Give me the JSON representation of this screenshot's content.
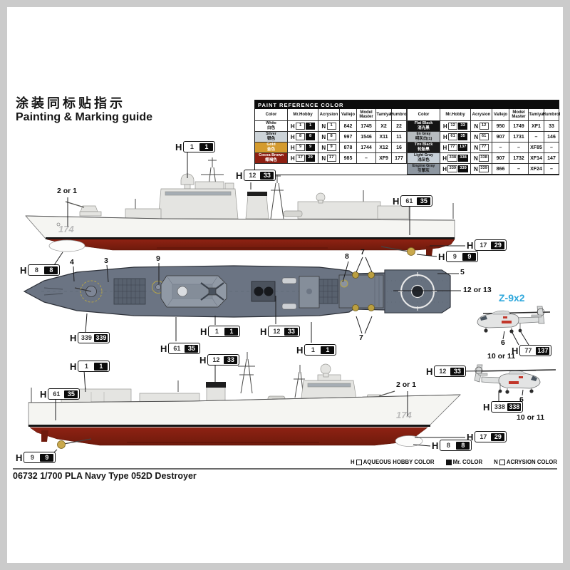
{
  "title": {
    "zh": "涂装同标贴指示",
    "en": "Painting & Marking guide"
  },
  "chips": {
    "h": "H",
    "n": "N"
  },
  "paint_table": {
    "header": "PAINT  REFERENCE  COLOR",
    "columns": [
      "Color",
      "Mr.Hobby",
      "Acrysion",
      "Vallejo",
      "Model Master",
      "Tamiya",
      "Humbrol"
    ],
    "left": {
      "rows": [
        {
          "name": "White",
          "zh": "白色",
          "swatch": "#ffffff",
          "fg": "#111111",
          "aq": "1",
          "mr": "1",
          "ac": "1",
          "vallejo": "842",
          "mm": "1745",
          "tamiya": "X2",
          "humbrol": "22"
        },
        {
          "name": "Silver",
          "zh": "银色",
          "swatch": "#ccd3d8",
          "fg": "#111111",
          "aq": "8",
          "mr": "8",
          "ac": "8",
          "vallejo": "997",
          "mm": "1546",
          "tamiya": "X11",
          "humbrol": "11"
        },
        {
          "name": "Gold",
          "zh": "金色",
          "swatch": "#d49b2e",
          "fg": "#ffffff",
          "aq": "9",
          "mr": "9",
          "ac": "9",
          "vallejo": "878",
          "mm": "1744",
          "tamiya": "X12",
          "humbrol": "16"
        },
        {
          "name": "Cocoa Brown",
          "zh": "椰褐色",
          "swatch": "#8e1f12",
          "fg": "#ffffff",
          "aq": "17",
          "mr": "29",
          "ac": "17",
          "vallejo": "985",
          "mm": "–",
          "tamiya": "XF9",
          "humbrol": "177"
        }
      ]
    },
    "right": {
      "rows": [
        {
          "name": "Flat Black",
          "zh": "消光黑",
          "swatch": "#141414",
          "fg": "#ffffff",
          "aq": "12",
          "mr": "33",
          "ac": "12",
          "vallejo": "950",
          "mm": "1749",
          "tamiya": "XF1",
          "humbrol": "33"
        },
        {
          "name": "Ijn Gray",
          "zh": "明灰白(1)",
          "swatch": "#b7bcbf",
          "fg": "#111111",
          "aq": "61",
          "mr": "35",
          "ac": "61",
          "vallejo": "907",
          "mm": "1731",
          "tamiya": "–",
          "humbrol": "146"
        },
        {
          "name": "Tire Black",
          "zh": "轮胎黑",
          "swatch": "#1c1c1c",
          "fg": "#ffffff",
          "aq": "77",
          "mr": "137",
          "ac": "77",
          "vallejo": "–",
          "mm": "–",
          "tamiya": "XF85",
          "humbrol": "–"
        },
        {
          "name": "Light Gray",
          "zh": "浅灰色",
          "swatch": "#c7d0d8",
          "fg": "#111111",
          "aq": "338",
          "mr": "338",
          "ac": "338",
          "vallejo": "907",
          "mm": "1732",
          "tamiya": "XF14",
          "humbrol": "147"
        },
        {
          "name": "Engine Gray",
          "zh": "引擎灰",
          "swatch": "#8d96a0",
          "fg": "#1a1a1a",
          "aq": "339",
          "mr": "339",
          "ac": "339",
          "vallejo": "866",
          "mm": "–",
          "tamiya": "XF24",
          "humbrol": "–"
        }
      ]
    }
  },
  "callouts": {
    "h11": {
      "aq": "1",
      "mr": "1"
    },
    "h88": {
      "aq": "8",
      "mr": "8"
    },
    "h99": {
      "aq": "9",
      "mr": "9"
    },
    "h1233": {
      "aq": "12",
      "mr": "33"
    },
    "h1729": {
      "aq": "17",
      "mr": "29"
    },
    "h6135": {
      "aq": "61",
      "mr": "35"
    },
    "h77137": {
      "aq": "77",
      "mr": "137"
    },
    "h338": {
      "aq": "338",
      "mr": "338"
    },
    "h339": {
      "aq": "339",
      "mr": "339"
    }
  },
  "labels": {
    "two_or_one": "2 or 1",
    "n3": "3",
    "n4": "4",
    "n5": "5",
    "n6": "6",
    "n7": "7",
    "n8": "8",
    "n9": "9",
    "n10_11": "10 or 11",
    "n12_13": "12 or 13",
    "heli": "Z-9x2"
  },
  "ship": {
    "hull_number": "174"
  },
  "legend": {
    "aq_prefix": "H",
    "aq_label": "AQUEOUS HOBBY COLOR",
    "mr_label": "Mr. COLOR",
    "ac_prefix": "N",
    "ac_label": "ACRYSION COLOR"
  },
  "footer": "06732 1/700 PLA Navy Type 052D Destroyer",
  "colors": {
    "hull_red": "#8e2213",
    "boot_black": "#151515",
    "deck_gray": "#6b7483",
    "superstructure": "#e4e4e1",
    "gold": "#c9a84c",
    "heli_label_blue": "#2fa8dc"
  }
}
